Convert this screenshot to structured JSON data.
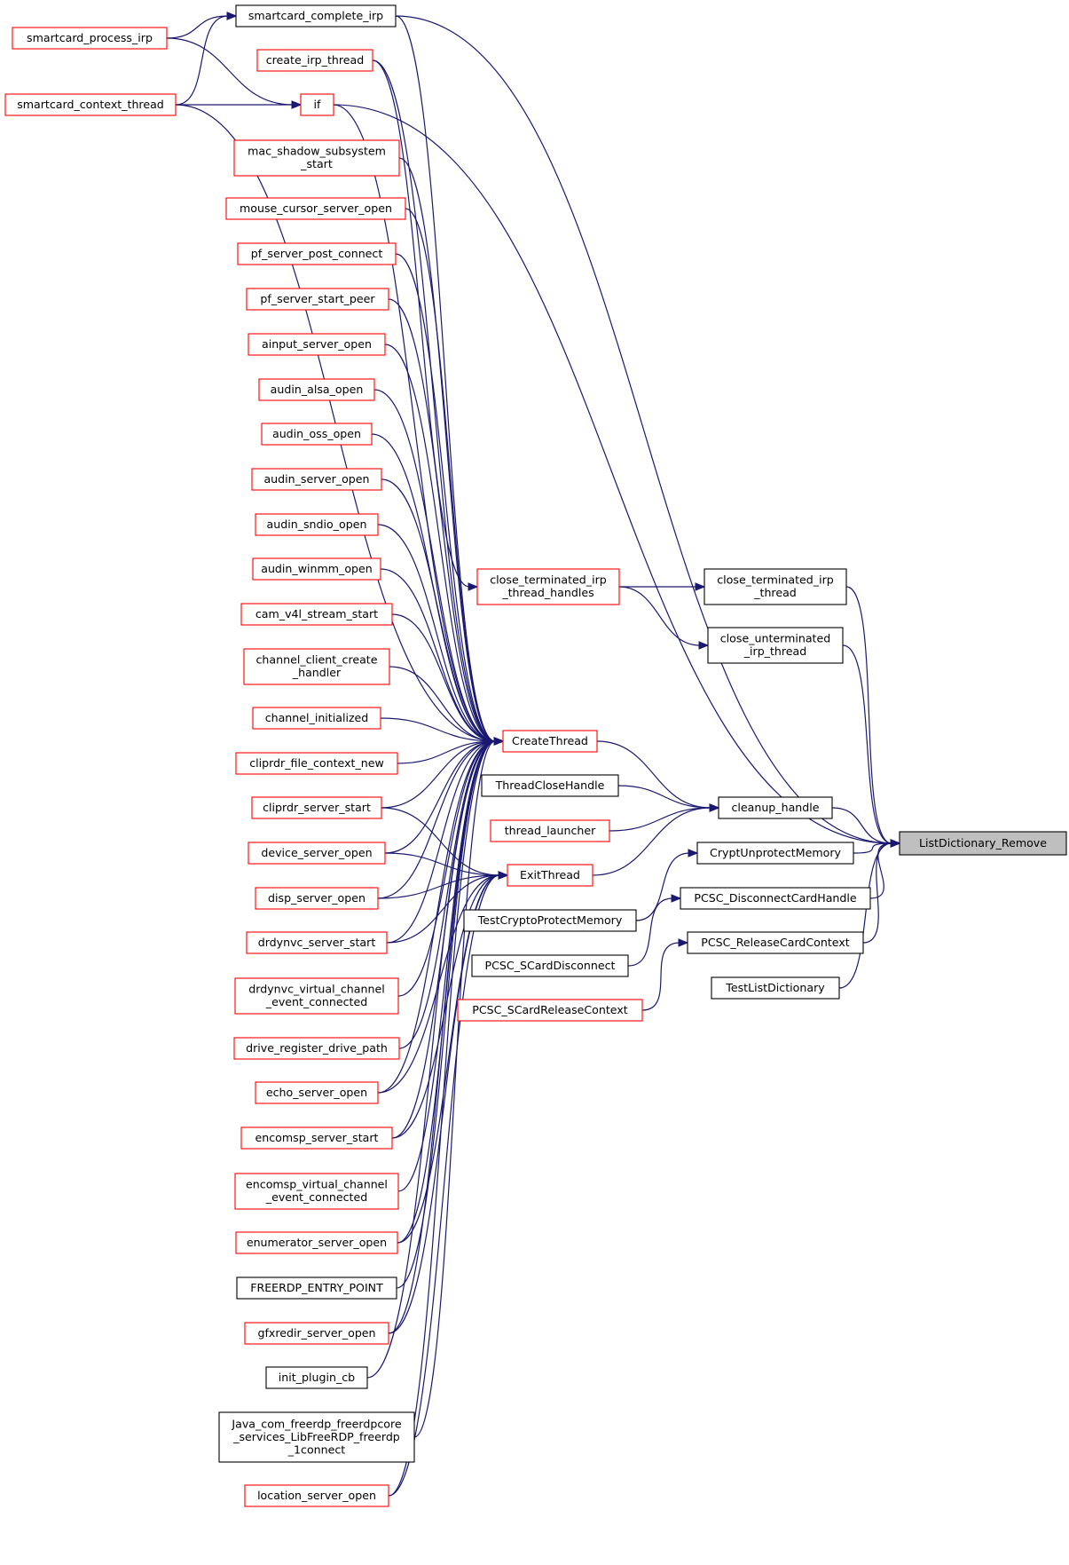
{
  "diagram": {
    "colors": {
      "edge": "#191970",
      "node_border_red": "#ff0000",
      "node_border_black": "#000000",
      "root_fill": "#bfbfbf"
    },
    "nodes": {
      "root": {
        "lines": [
          "ListDictionary_Remove"
        ],
        "style": "root"
      },
      "sc_complete": {
        "lines": [
          "smartcard_complete_irp"
        ],
        "style": "black"
      },
      "sc_process": {
        "lines": [
          "smartcard_process_irp"
        ],
        "style": "red"
      },
      "sc_context": {
        "lines": [
          "smartcard_context_thread"
        ],
        "style": "red"
      },
      "create_irp": {
        "lines": [
          "create_irp_thread"
        ],
        "style": "red"
      },
      "if": {
        "lines": [
          "if"
        ],
        "style": "red"
      },
      "mac_shadow": {
        "lines": [
          "mac_shadow_subsystem",
          "_start"
        ],
        "style": "red"
      },
      "mouse_cursor": {
        "lines": [
          "mouse_cursor_server_open"
        ],
        "style": "red"
      },
      "pf_post": {
        "lines": [
          "pf_server_post_connect"
        ],
        "style": "red"
      },
      "pf_start": {
        "lines": [
          "pf_server_start_peer"
        ],
        "style": "red"
      },
      "ainput": {
        "lines": [
          "ainput_server_open"
        ],
        "style": "red"
      },
      "audin_alsa": {
        "lines": [
          "audin_alsa_open"
        ],
        "style": "red"
      },
      "audin_oss": {
        "lines": [
          "audin_oss_open"
        ],
        "style": "red"
      },
      "audin_server": {
        "lines": [
          "audin_server_open"
        ],
        "style": "red"
      },
      "audin_sndio": {
        "lines": [
          "audin_sndio_open"
        ],
        "style": "red"
      },
      "audin_winmm": {
        "lines": [
          "audin_winmm_open"
        ],
        "style": "red"
      },
      "cam_v4l": {
        "lines": [
          "cam_v4l_stream_start"
        ],
        "style": "red"
      },
      "chan_client": {
        "lines": [
          "channel_client_create",
          "_handler"
        ],
        "style": "red"
      },
      "chan_init": {
        "lines": [
          "channel_initialized"
        ],
        "style": "red"
      },
      "cliprdr_file": {
        "lines": [
          "cliprdr_file_context_new"
        ],
        "style": "red"
      },
      "cliprdr_server": {
        "lines": [
          "cliprdr_server_start"
        ],
        "style": "red"
      },
      "device_server": {
        "lines": [
          "device_server_open"
        ],
        "style": "red"
      },
      "disp_server": {
        "lines": [
          "disp_server_open"
        ],
        "style": "red"
      },
      "drdynvc_server": {
        "lines": [
          "drdynvc_server_start"
        ],
        "style": "red"
      },
      "drdynvc_virtual": {
        "lines": [
          "drdynvc_virtual_channel",
          "_event_connected"
        ],
        "style": "red"
      },
      "drive_register": {
        "lines": [
          "drive_register_drive_path"
        ],
        "style": "red"
      },
      "echo_server": {
        "lines": [
          "echo_server_open"
        ],
        "style": "red"
      },
      "encomsp_server": {
        "lines": [
          "encomsp_server_start"
        ],
        "style": "red"
      },
      "encomsp_virtual": {
        "lines": [
          "encomsp_virtual_channel",
          "_event_connected"
        ],
        "style": "red"
      },
      "enumerator": {
        "lines": [
          "enumerator_server_open"
        ],
        "style": "red"
      },
      "freerdp_entry": {
        "lines": [
          "FREERDP_ENTRY_POINT"
        ],
        "style": "black"
      },
      "gfxredir": {
        "lines": [
          "gfxredir_server_open"
        ],
        "style": "red"
      },
      "init_plugin": {
        "lines": [
          "init_plugin_cb"
        ],
        "style": "black"
      },
      "java_freerdp": {
        "lines": [
          "Java_com_freerdp_freerdpcore",
          "_services_LibFreeRDP_freerdp",
          "_1connect"
        ],
        "style": "black"
      },
      "location": {
        "lines": [
          "location_server_open"
        ],
        "style": "red"
      },
      "close_term_handles": {
        "lines": [
          "close_terminated_irp",
          "_thread_handles"
        ],
        "style": "red"
      },
      "close_term_thread": {
        "lines": [
          "close_terminated_irp",
          "_thread"
        ],
        "style": "black"
      },
      "close_unterm": {
        "lines": [
          "close_unterminated",
          "_irp_thread"
        ],
        "style": "black"
      },
      "create_thread": {
        "lines": [
          "CreateThread"
        ],
        "style": "red"
      },
      "thread_close": {
        "lines": [
          "ThreadCloseHandle"
        ],
        "style": "black"
      },
      "cleanup": {
        "lines": [
          "cleanup_handle"
        ],
        "style": "black"
      },
      "thread_launcher": {
        "lines": [
          "thread_launcher"
        ],
        "style": "red"
      },
      "exit_thread": {
        "lines": [
          "ExitThread"
        ],
        "style": "red"
      },
      "crypt_unprotect": {
        "lines": [
          "CryptUnprotectMemory"
        ],
        "style": "black"
      },
      "test_crypto": {
        "lines": [
          "TestCryptoProtectMemory"
        ],
        "style": "black"
      },
      "pcsc_disconnect_handle": {
        "lines": [
          "PCSC_DisconnectCardHandle"
        ],
        "style": "black"
      },
      "pcsc_scard_disconnect": {
        "lines": [
          "PCSC_SCardDisconnect"
        ],
        "style": "black"
      },
      "pcsc_release_ctx": {
        "lines": [
          "PCSC_ReleaseCardContext"
        ],
        "style": "black"
      },
      "pcsc_scard_release": {
        "lines": [
          "PCSC_SCardReleaseContext"
        ],
        "style": "red"
      },
      "test_list": {
        "lines": [
          "TestListDictionary"
        ],
        "style": "black"
      }
    },
    "edges": [
      [
        "sc_complete",
        "root"
      ],
      [
        "if",
        "root"
      ],
      [
        "close_term_thread",
        "root"
      ],
      [
        "close_unterm",
        "root"
      ],
      [
        "cleanup",
        "root"
      ],
      [
        "crypt_unprotect",
        "root"
      ],
      [
        "pcsc_disconnect_handle",
        "root"
      ],
      [
        "pcsc_release_ctx",
        "root"
      ],
      [
        "test_list",
        "root"
      ],
      [
        "sc_process",
        "sc_complete"
      ],
      [
        "sc_context",
        "sc_complete"
      ],
      [
        "sc_process",
        "if"
      ],
      [
        "sc_context",
        "if"
      ],
      [
        "create_irp",
        "close_term_handles"
      ],
      [
        "close_term_handles",
        "close_term_thread"
      ],
      [
        "close_term_handles",
        "close_unterm"
      ],
      [
        "create_thread",
        "cleanup"
      ],
      [
        "thread_close",
        "cleanup"
      ],
      [
        "thread_launcher",
        "cleanup"
      ],
      [
        "exit_thread",
        "cleanup"
      ],
      [
        "test_crypto",
        "crypt_unprotect"
      ],
      [
        "pcsc_scard_disconnect",
        "pcsc_disconnect_handle"
      ],
      [
        "pcsc_scard_release",
        "pcsc_release_ctx"
      ],
      [
        "sc_context",
        "create_thread"
      ],
      [
        "create_irp",
        "create_thread"
      ],
      [
        "mac_shadow",
        "create_thread"
      ],
      [
        "mouse_cursor",
        "create_thread"
      ],
      [
        "pf_post",
        "create_thread"
      ],
      [
        "pf_start",
        "create_thread"
      ],
      [
        "ainput",
        "create_thread"
      ],
      [
        "audin_alsa",
        "create_thread"
      ],
      [
        "audin_oss",
        "create_thread"
      ],
      [
        "audin_server",
        "create_thread"
      ],
      [
        "audin_sndio",
        "create_thread"
      ],
      [
        "audin_winmm",
        "create_thread"
      ],
      [
        "cam_v4l",
        "create_thread"
      ],
      [
        "chan_client",
        "create_thread"
      ],
      [
        "chan_init",
        "create_thread"
      ],
      [
        "cliprdr_file",
        "create_thread"
      ],
      [
        "cliprdr_server",
        "create_thread"
      ],
      [
        "device_server",
        "create_thread"
      ],
      [
        "disp_server",
        "create_thread"
      ],
      [
        "drdynvc_server",
        "create_thread"
      ],
      [
        "drdynvc_virtual",
        "create_thread"
      ],
      [
        "drive_register",
        "create_thread"
      ],
      [
        "echo_server",
        "create_thread"
      ],
      [
        "encomsp_server",
        "create_thread"
      ],
      [
        "encomsp_virtual",
        "create_thread"
      ],
      [
        "enumerator",
        "create_thread"
      ],
      [
        "freerdp_entry",
        "create_thread"
      ],
      [
        "gfxredir",
        "create_thread"
      ],
      [
        "init_plugin",
        "create_thread"
      ],
      [
        "java_freerdp",
        "create_thread"
      ],
      [
        "location",
        "create_thread"
      ],
      [
        "sc_complete",
        "create_thread"
      ],
      [
        "if",
        "create_thread"
      ],
      [
        "cliprdr_server",
        "exit_thread"
      ],
      [
        "device_server",
        "exit_thread"
      ],
      [
        "disp_server",
        "exit_thread"
      ],
      [
        "drdynvc_server",
        "exit_thread"
      ],
      [
        "echo_server",
        "exit_thread"
      ],
      [
        "encomsp_server",
        "exit_thread"
      ],
      [
        "enumerator",
        "exit_thread"
      ],
      [
        "gfxredir",
        "exit_thread"
      ],
      [
        "location",
        "exit_thread"
      ]
    ]
  }
}
